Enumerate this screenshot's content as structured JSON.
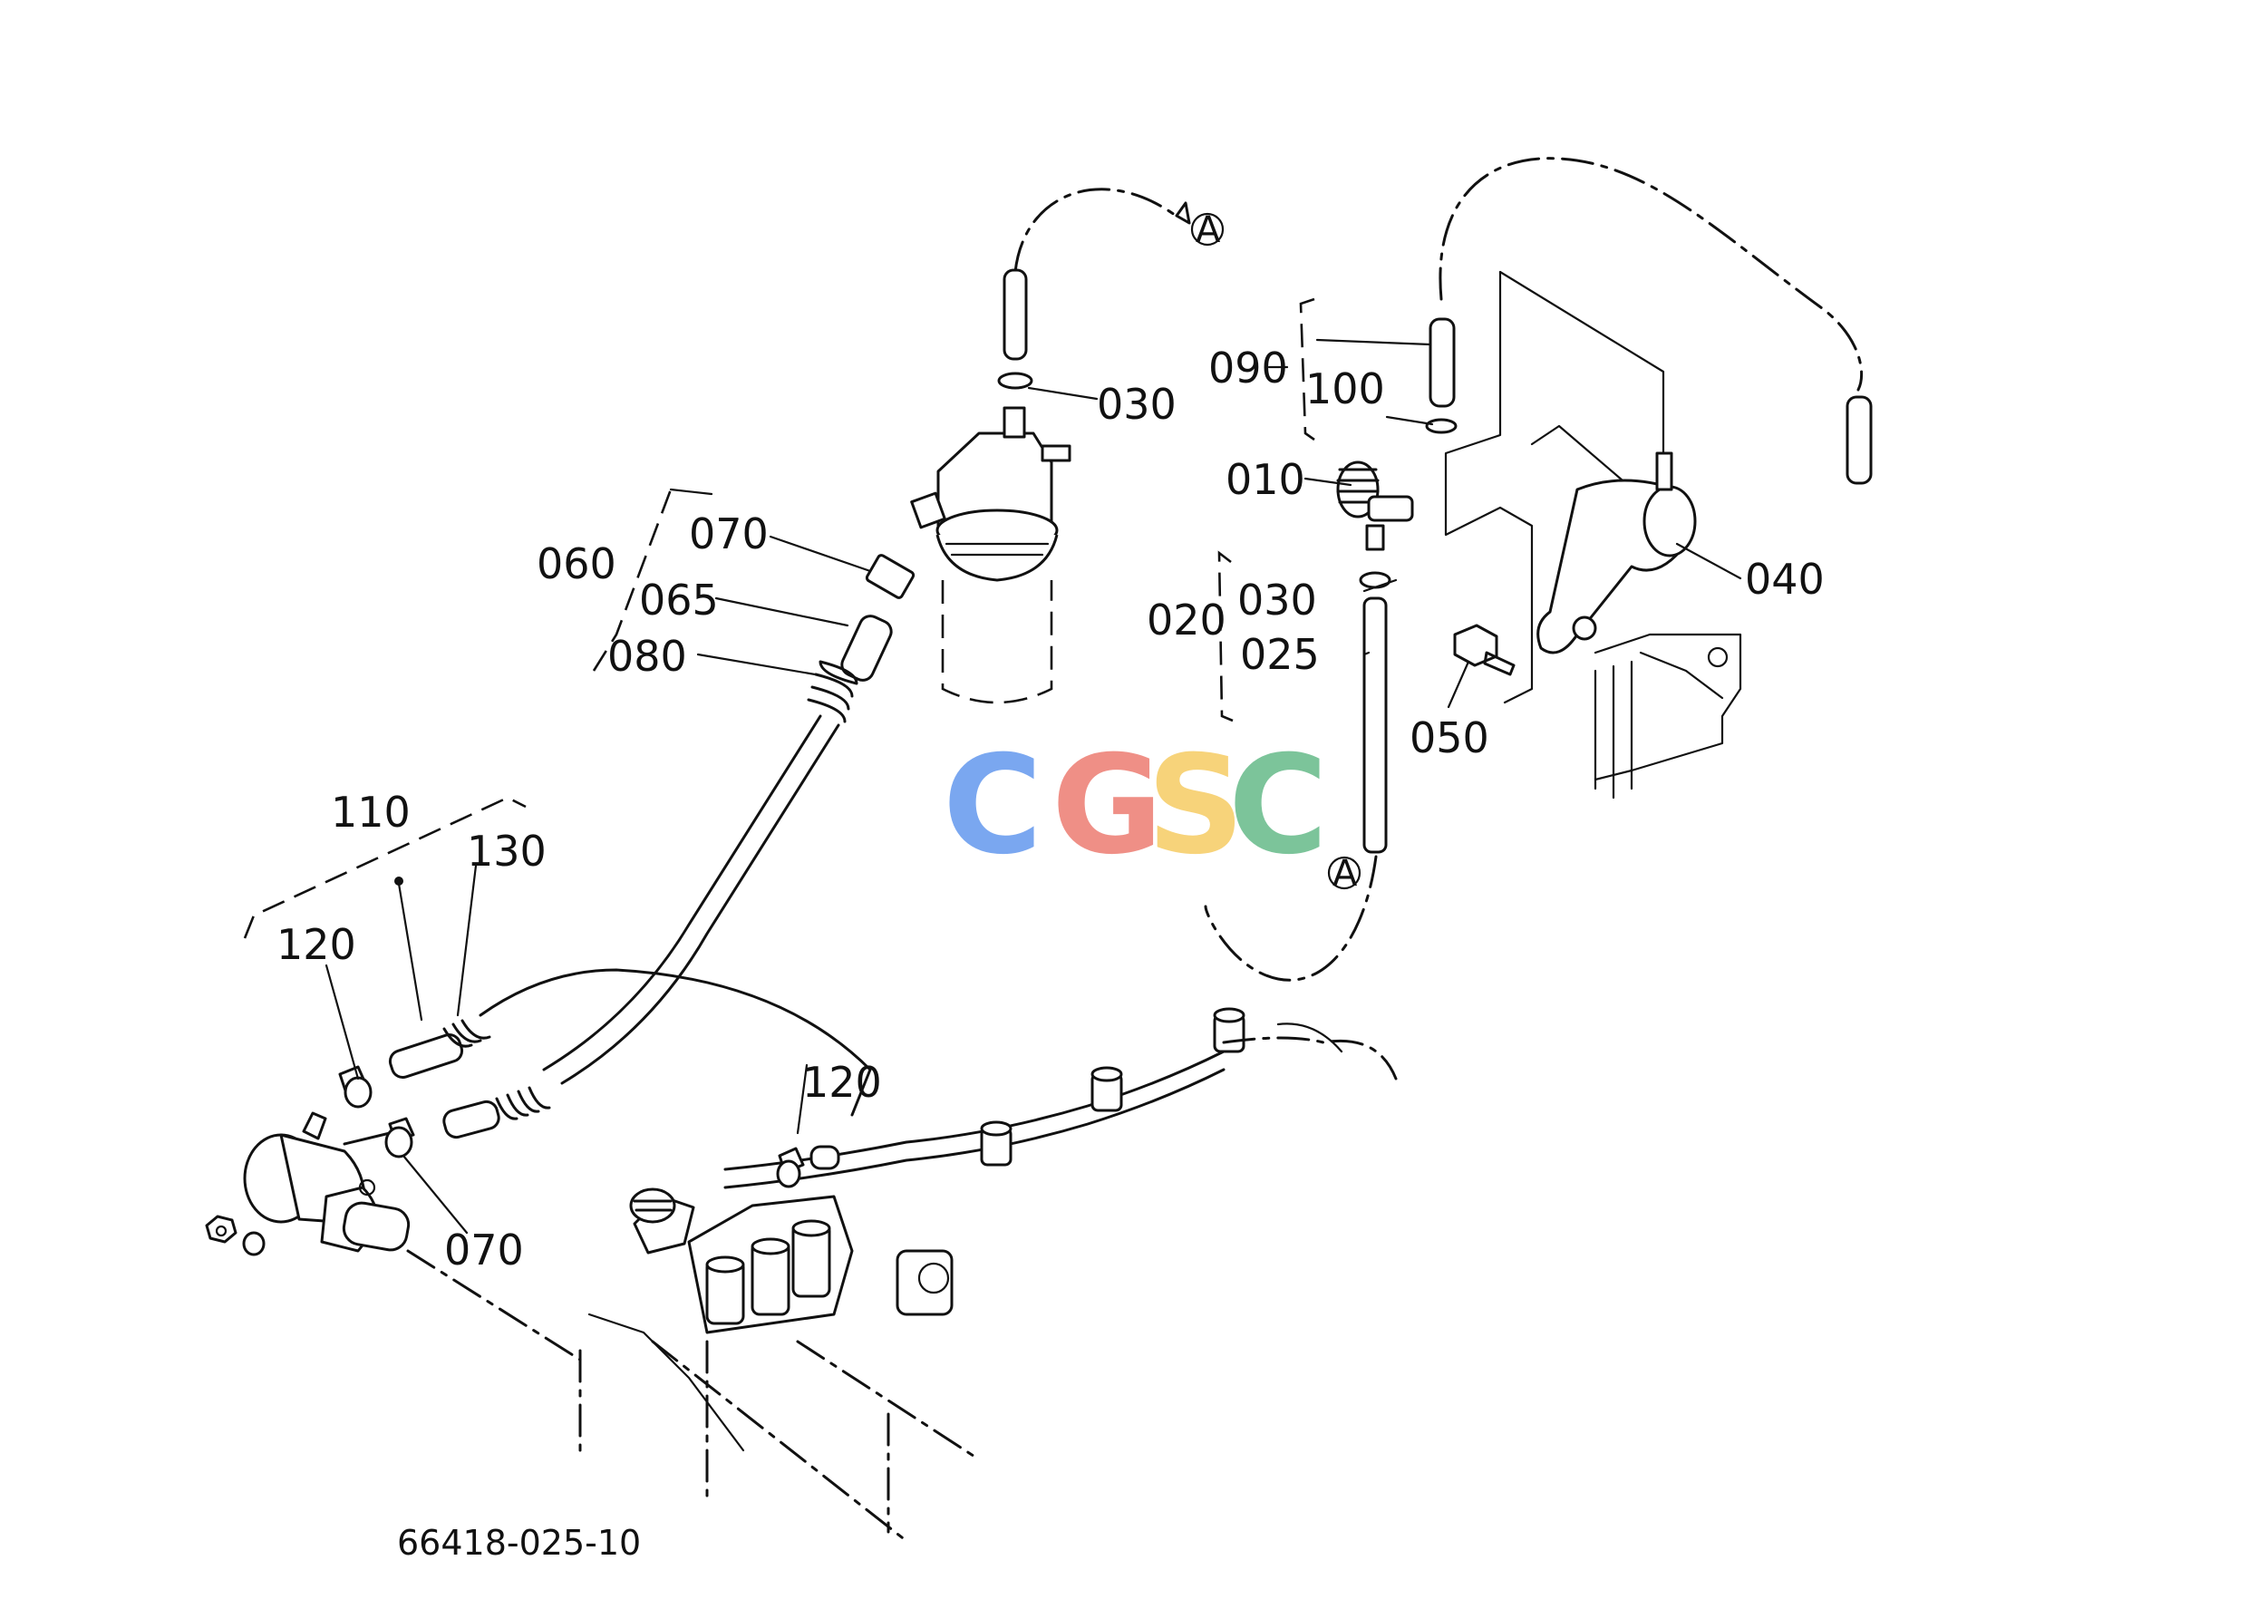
{
  "callouts": {
    "c030_top": "030",
    "c070_top": "070",
    "c060": "060",
    "c065": "065",
    "c080": "080",
    "c090": "090",
    "c100": "100",
    "c010": "010",
    "c030_mid": "030",
    "c020": "020",
    "c025": "025",
    "c040": "040",
    "c050": "050",
    "c110": "110",
    "c130": "130",
    "c120_left": "120",
    "c120_mid": "120",
    "c070_bottom": "070"
  },
  "reference_markers": {
    "a_top": "A",
    "a_mid": "A"
  },
  "drawing_number": "66418-025-10",
  "watermark": {
    "letters": [
      "C",
      "G",
      "S",
      "C"
    ],
    "colors": [
      "#7aa7f0",
      "#ef8f86",
      "#f7d37a",
      "#7cc49a"
    ]
  }
}
